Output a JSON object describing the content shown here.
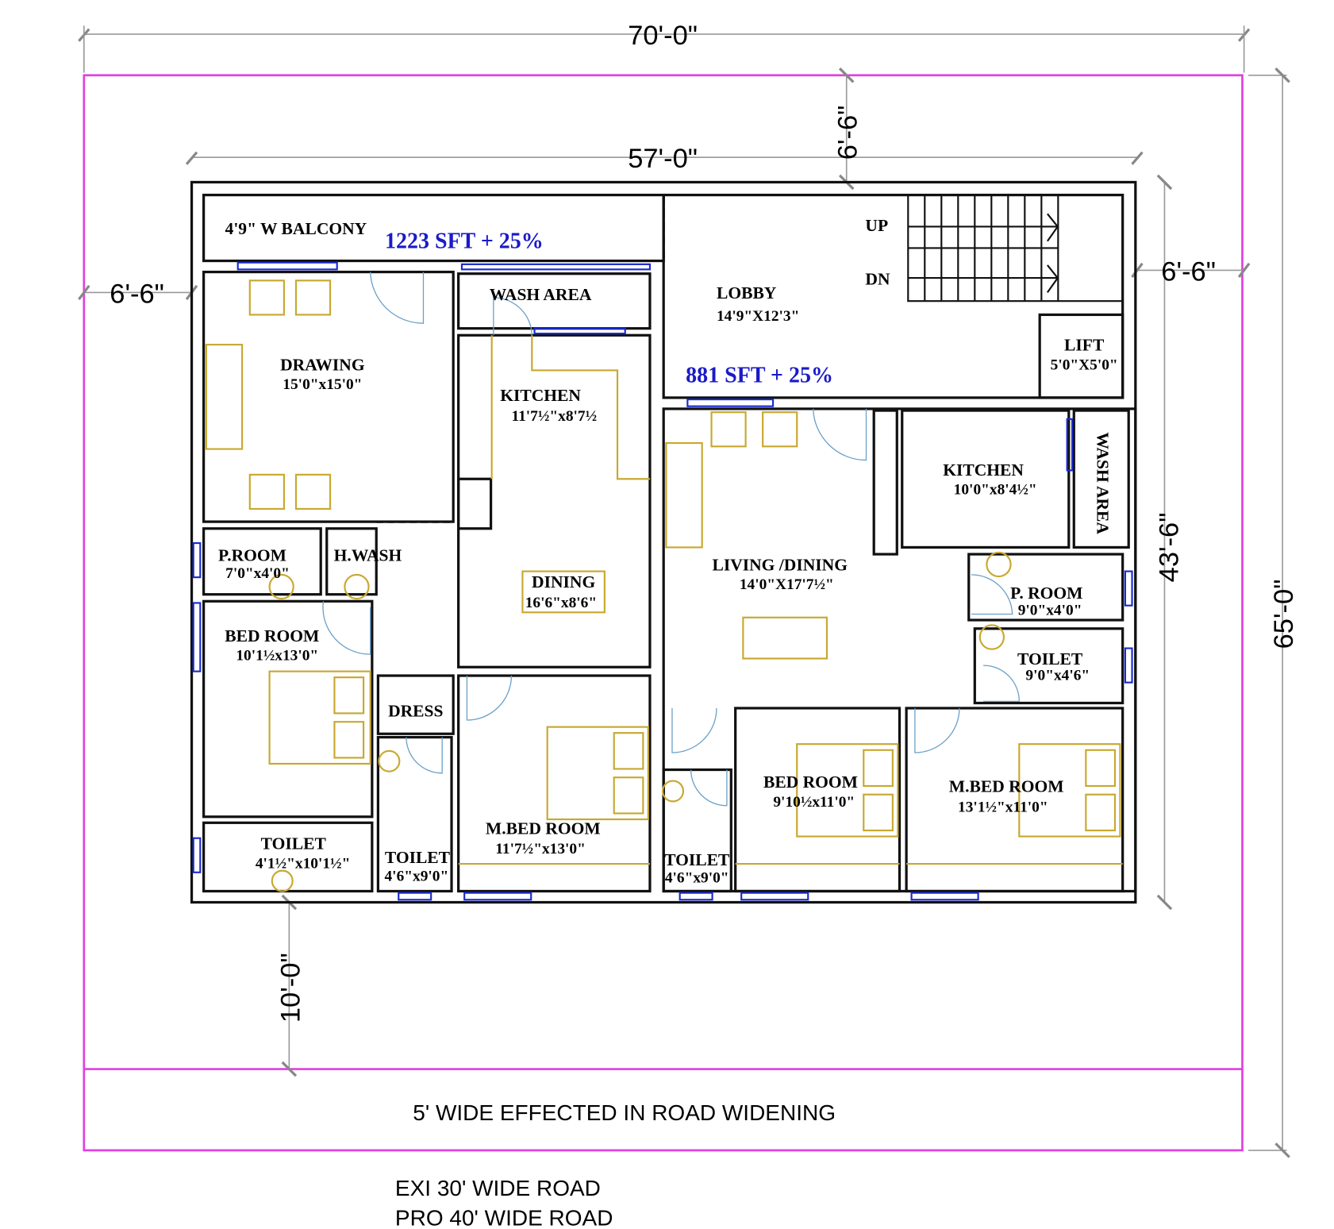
{
  "dimensions": {
    "plot_width": "70'-0\"",
    "plot_depth": "65'-0\"",
    "building_width": "57'-0\"",
    "building_depth": "43'-6\"",
    "front_setback": "6'-6\"",
    "left_setback": "6'-6\"",
    "right_setback": "6'-6\"",
    "rear_setback": "10'-0\""
  },
  "left_unit": {
    "area": "1223 SFT + 25%",
    "rooms": [
      {
        "name": "4'9\" W BALCONY",
        "size": ""
      },
      {
        "name": "DRAWING",
        "size": "15'0\"x15'0\""
      },
      {
        "name": "WASH AREA",
        "size": ""
      },
      {
        "name": "KITCHEN",
        "size": "11'7½\"x8'7½"
      },
      {
        "name": "P.ROOM",
        "size": "7'0\"x4'0\""
      },
      {
        "name": "H.WASH",
        "size": ""
      },
      {
        "name": "DINING",
        "size": "16'6\"x8'6\""
      },
      {
        "name": "BED ROOM",
        "size": "10'1½x13'0\""
      },
      {
        "name": "DRESS",
        "size": ""
      },
      {
        "name": "TOILET",
        "size": "4'1½\"x10'1½\""
      },
      {
        "name": "TOILET",
        "size": "4'6\"x9'0\""
      },
      {
        "name": "M.BED ROOM",
        "size": "11'7½\"x13'0\""
      }
    ]
  },
  "common": {
    "lobby": {
      "name": "LOBBY",
      "size": "14'9\"X12'3\""
    },
    "lift": {
      "name": "LIFT",
      "size": "5'0\"X5'0\""
    },
    "stair_up": "UP",
    "stair_down": "DN"
  },
  "right_unit": {
    "area": "881 SFT + 25%",
    "rooms": [
      {
        "name": "KITCHEN",
        "size": "10'0\"x8'4½\""
      },
      {
        "name": "WASH AREA",
        "size": ""
      },
      {
        "name": "LIVING /DINING",
        "size": "14'0\"X17'7½\""
      },
      {
        "name": "P. ROOM",
        "size": "9'0\"x4'0\""
      },
      {
        "name": "TOILET",
        "size": "9'0\"x4'6\""
      },
      {
        "name": "BED ROOM",
        "size": "9'10½x11'0\""
      },
      {
        "name": "M.BED ROOM",
        "size": "13'1½\"x11'0\""
      },
      {
        "name": "TOILET",
        "size": "4'6\"x9'0\""
      }
    ]
  },
  "road": {
    "widening": "5' WIDE EFFECTED IN ROAD WIDENING",
    "existing": "EXI  30' WIDE ROAD",
    "proposed": "PRO  40' WIDE ROAD"
  },
  "colors": {
    "plot_boundary": "#e040e0",
    "area_text": "#1a1ac8",
    "furniture": "#c8a830",
    "window": "#1a2ad0"
  }
}
